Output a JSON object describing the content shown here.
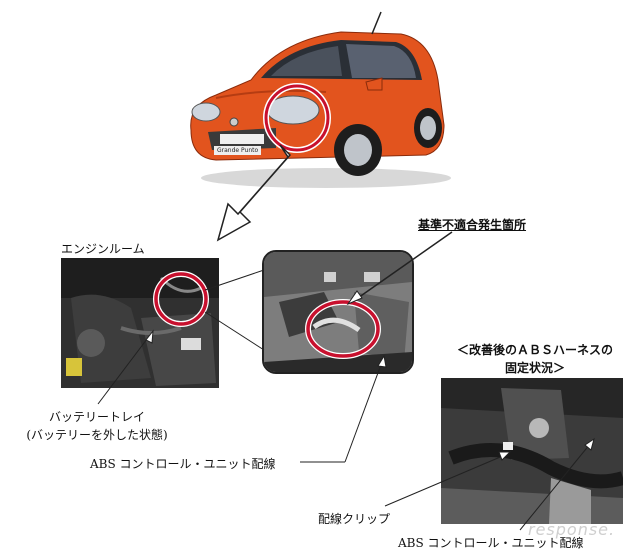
{
  "labels": {
    "engine_room": "エンジンルーム",
    "defect_location": "基準不適合発生箇所",
    "improved_fix_line1": "＜改善後のＡＢＳハーネスの",
    "improved_fix_line2": "固定状況＞",
    "battery_tray_line1": "バッテリートレイ",
    "battery_tray_line2": "(バッテリーを外した状態)",
    "abs_wiring": "ABS コントロール・ユニット配線",
    "wiring_clip": "配線クリップ",
    "abs_wiring_bottom": "ABS コントロール・ユニット配線"
  },
  "car_badge": "Grande Punto",
  "watermark": "response.",
  "colors": {
    "car_body": "#e2541e",
    "highlight_ring": "#c8102e",
    "engine_dark": "#2b2b2b",
    "arrow": "#ffffff"
  }
}
